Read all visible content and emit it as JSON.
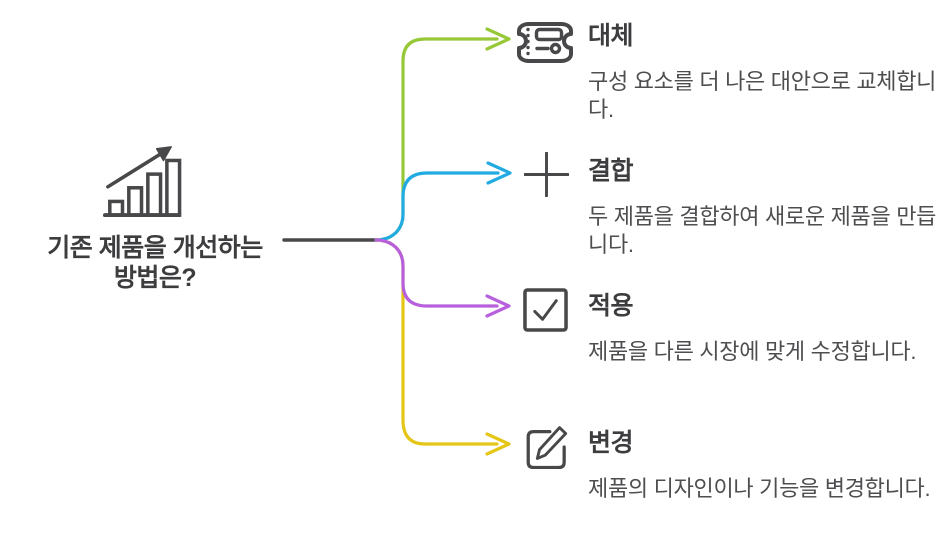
{
  "diagram": {
    "type": "mindmap",
    "background": "#ffffff"
  },
  "center": {
    "icon": "growth-chart-icon",
    "title_lines": [
      "기존 제품을 개선하는",
      "방법은?"
    ]
  },
  "connector": {
    "stem_color": "#48484a"
  },
  "colors": {
    "title_text": "#3d3d3f",
    "description_text": "#4e4e50",
    "icon_ink": "#48484a"
  },
  "branches": [
    {
      "label": "대체",
      "description": "구성 요소를 더 나은 대안으로 교체합니다.",
      "color": "#97c837",
      "icon": "ticket-icon"
    },
    {
      "label": "결합",
      "description": "두 제품을 결합하여 새로운 제품을 만듭니다.",
      "color": "#21abe2",
      "icon": "plus-icon"
    },
    {
      "label": "적용",
      "description": "제품을 다른 시장에 맞게 수정합니다.",
      "color": "#b75fdd",
      "icon": "checkbox-check-icon"
    },
    {
      "label": "변경",
      "description": "제품의 디자인이나 기능을 변경합니다.",
      "color": "#e5c617",
      "icon": "pencil-edit-icon"
    }
  ]
}
